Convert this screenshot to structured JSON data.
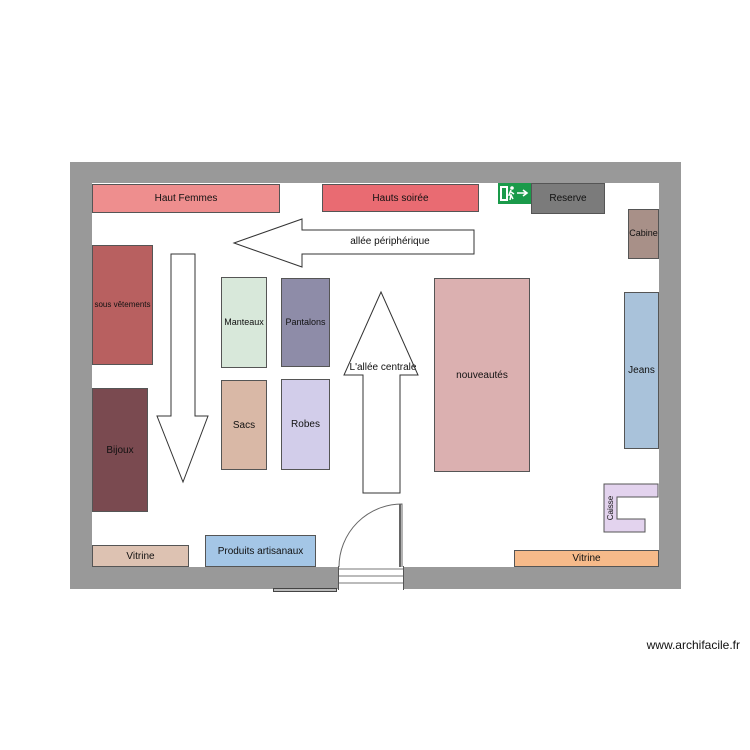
{
  "plan": {
    "zones": {
      "haut_femmes": "Haut Femmes",
      "hauts_soiree": "Hauts soirée",
      "reserve": "Reserve",
      "cabine": "Cabine",
      "sous_vetements": "sous vêtements",
      "bijoux": "Bijoux",
      "manteaux": "Manteaux",
      "pantalons": "Pantalons",
      "sacs": "Sacs",
      "robes": "Robes",
      "nouveautes": "nouveautés",
      "jeans": "Jeans",
      "caisse": "Caisse",
      "vitrine_left": "Vitrine",
      "produits_artisanaux": "Produits artisanaux",
      "vitrine_right": "Vitrine"
    },
    "arrows": {
      "allee_peripherique": "allée périphérique",
      "allee_centrale": "L'allée centrale"
    },
    "colors": {
      "wall": "#999999",
      "haut_femmes": "#ee8e8e",
      "hauts_soiree": "#e96b72",
      "reserve": "#7b7b7b",
      "cabine": "#a89088",
      "sous_vetements": "#b86060",
      "bijoux": "#7a4a50",
      "manteaux": "#d8e8da",
      "pantalons": "#8e8ca8",
      "sacs": "#d9b8a6",
      "robes": "#d2cdea",
      "nouveautes": "#dbb0b0",
      "jeans": "#a9c2da",
      "caisse": "#e3d3ee",
      "vitrine_left": "#ddc2b2",
      "produits_artisanaux": "#a4c6e6",
      "vitrine_right": "#f6ba8a",
      "exit_sign": "#1a9a4a"
    },
    "icons": [
      "emergency-exit-icon",
      "door-swing-icon"
    ]
  },
  "watermark": "www.archifacile.fr"
}
